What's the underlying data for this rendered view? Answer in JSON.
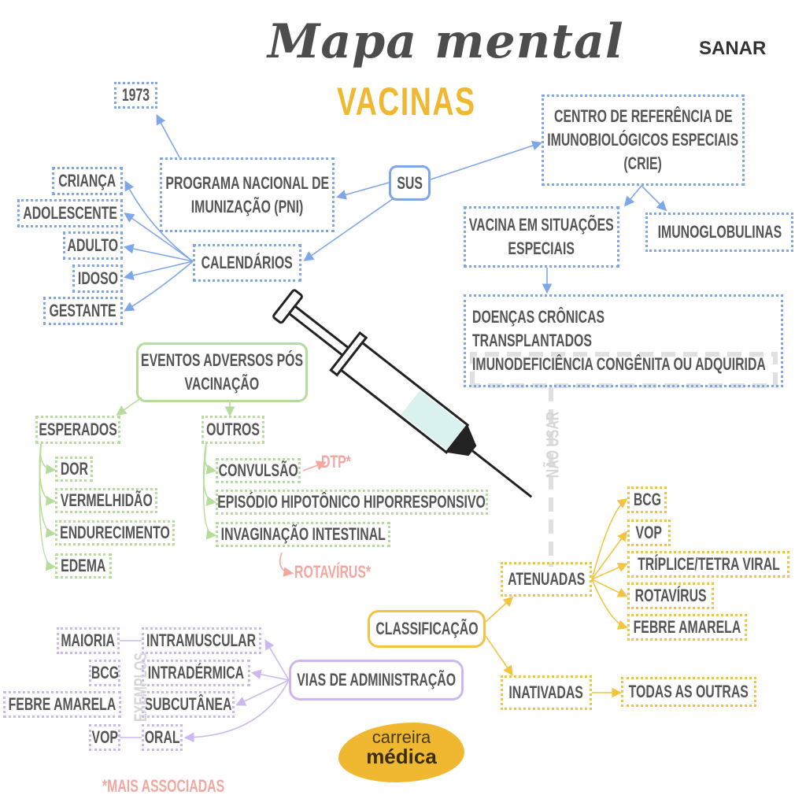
{
  "header": {
    "title": "Mapa mental",
    "subtitle": "VACINAS",
    "brand": "SANAR"
  },
  "blue": {
    "year": "1973",
    "pni": [
      "PROGRAMA NACIONAL DE",
      "IMUNIZAÇÃO (PNI)"
    ],
    "sus": "SUS",
    "crie": [
      "CENTRO DE REFERÊNCIA DE",
      "IMUNOBIOLÓGICOS ESPECIAIS",
      "(CRIE)"
    ],
    "calendarios": "CALENDÁRIOS",
    "groups": [
      "CRIANÇA",
      "ADOLESCENTE",
      "ADULTO",
      "IDOSO",
      "GESTANTE"
    ],
    "vacina_especiais": [
      "VACINA EM SITUAÇÕES",
      "ESPECIAIS"
    ],
    "imunoglobulinas": "IMUNOGLOBULINAS",
    "doencas": [
      "DOENÇAS CRÔNICAS",
      "TRANSPLANTADOS",
      "IMUNODEFICIÊNCIA CONGÊNITA OU ADQUIRIDA"
    ]
  },
  "green": {
    "eventos": [
      "EVENTOS ADVERSOS PÓS",
      "VACINAÇÃO"
    ],
    "esperados": "ESPERADOS",
    "outros": "OUTROS",
    "esperados_items": [
      "DOR",
      "VERMELHIDÃO",
      "ENDURECIMENTO",
      "EDEMA"
    ],
    "outros_items": [
      "CONVULSÃO",
      "EPISÓDIO HIPOTÔNICO HIPORRESPONSIVO",
      "INVAGINAÇÃO INTESTINAL"
    ],
    "dtp": "DTP*",
    "rotavirus": "ROTAVÍRUS*"
  },
  "yellow": {
    "classificacao": "CLASSIFICAÇÃO",
    "atenuadas": "ATENUADAS",
    "inativadas": "INATIVADAS",
    "atenuadas_items": [
      "BCG",
      "VOP",
      "TRÍPLICE/TETRA VIRAL",
      "ROTAVÍRUS",
      "FEBRE AMARELA"
    ],
    "todas": "TODAS AS OUTRAS"
  },
  "purple": {
    "vias": "VIAS DE ADMINISTRAÇÃO",
    "routes": [
      "INTRAMUSCULAR",
      "INTRADÉRMICA",
      "SUBCUTÂNEA",
      "ORAL"
    ],
    "examples": [
      "MAIORIA",
      "BCG",
      "FEBRE AMARELA",
      "VOP"
    ],
    "exemplos_label": "EXEMPLOS",
    "footnote": "*MAIS ASSOCIADAS"
  },
  "nao_usar": "NÃO USAR",
  "logo": {
    "line1": "carreira",
    "line2": "médica"
  },
  "colors": {
    "blue": "#7fa7e8",
    "green": "#b6dc9b",
    "yellow": "#f1c442",
    "purple": "#cbb8ef",
    "pink": "#f2a7a0",
    "text": "#555555"
  }
}
